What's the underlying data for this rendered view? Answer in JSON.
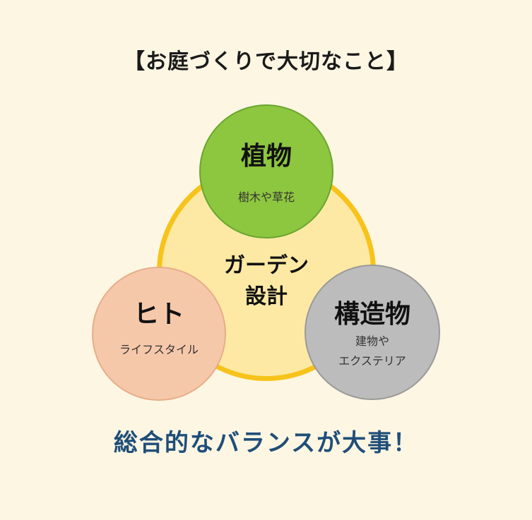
{
  "title": "【お庭づくりで大切なこと】",
  "center": {
    "line1": "ガーデン",
    "line2": "設計"
  },
  "plants": {
    "main": "植物",
    "sub": "樹木や草花"
  },
  "people": {
    "main": "ヒト",
    "sub": "ライフスタイル"
  },
  "structures": {
    "main": "構造物",
    "sub1": "建物や",
    "sub2": "エクステリア"
  },
  "footer": "総合的なバランスが大事！",
  "colors": {
    "background": "#fdf6e3",
    "center_fill": "#fde9a3",
    "center_border": "#f7c31b",
    "plants_fill": "#8dc63f",
    "people_fill": "#f6c8aa",
    "structures_fill": "#bcbcbc",
    "footer_text": "#1f4e79"
  }
}
